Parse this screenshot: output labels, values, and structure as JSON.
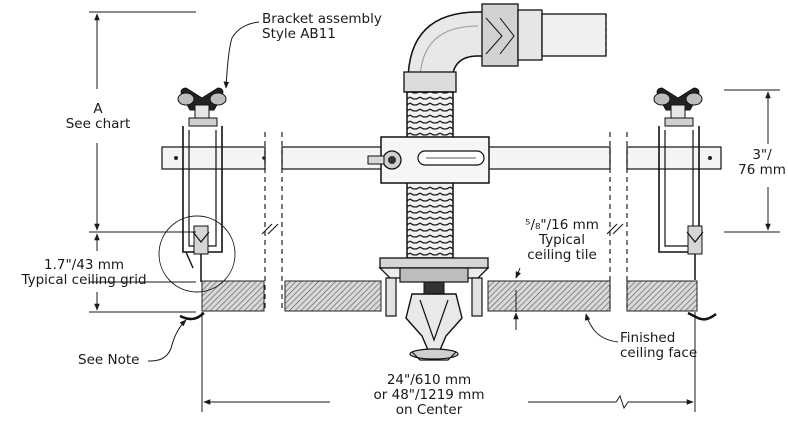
{
  "labels": {
    "bracket_line1": "Bracket assembly",
    "bracket_line2": "Style AB11",
    "a_line1": "A",
    "a_line2": "See chart",
    "grid_line1": "1.7\"/43 mm",
    "grid_line2": "Typical ceiling grid",
    "see_note": "See Note",
    "tile_line1": "⁵/₈\"/16 mm",
    "tile_line2": "Typical",
    "tile_line3": "ceiling tile",
    "dim3_line1": "3\"/",
    "dim3_line2": "76 mm",
    "finished_line1": "Finished",
    "finished_line2": "ceiling face",
    "oc_line1": "24\"/610 mm",
    "oc_line2": "or 48\"/1219 mm",
    "oc_line3": "on Center"
  }
}
